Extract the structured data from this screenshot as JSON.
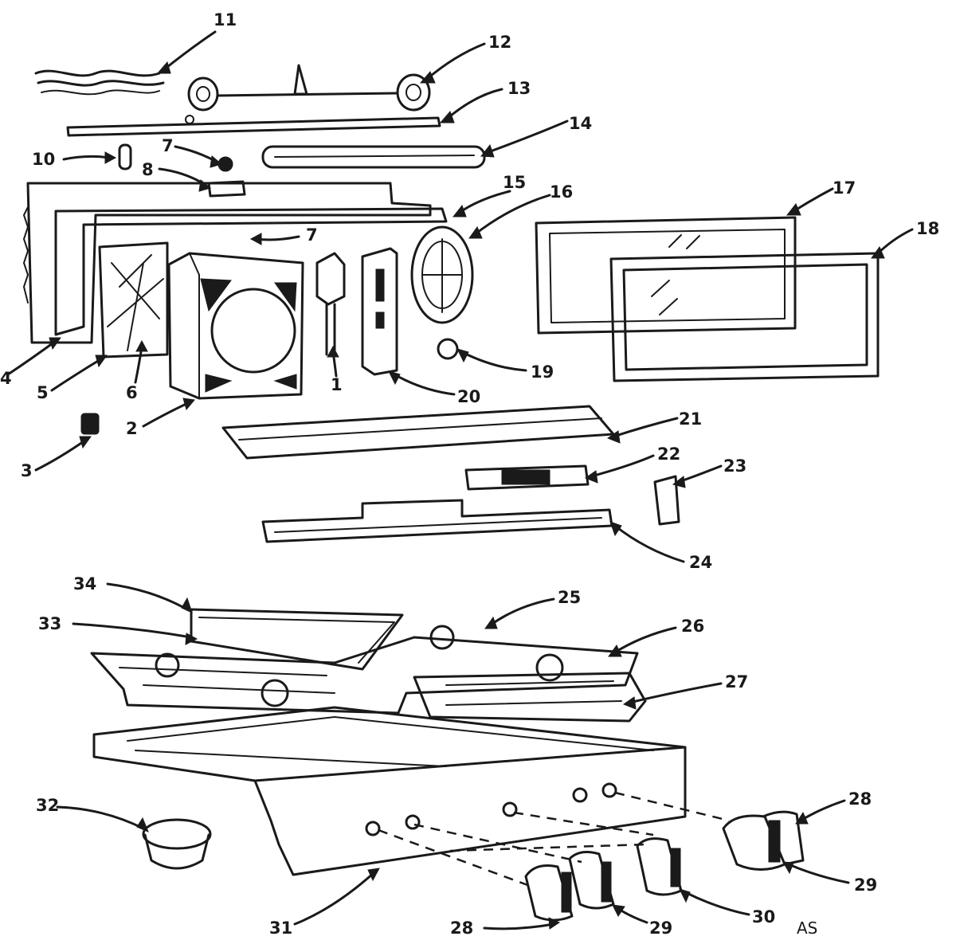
{
  "diagram": {
    "labels": {
      "p1": "1",
      "p2": "2",
      "p3": "3",
      "p4": "4",
      "p5": "5",
      "p6": "6",
      "p7a": "7",
      "p7b": "7",
      "p8": "8",
      "p10": "10",
      "p11": "11",
      "p12": "12",
      "p13": "13",
      "p14": "14",
      "p15": "15",
      "p16": "16",
      "p17": "17",
      "p18": "18",
      "p19": "19",
      "p20": "20",
      "p21": "21",
      "p22": "22",
      "p23": "23",
      "p24": "24",
      "p25": "25",
      "p26": "26",
      "p27": "27",
      "p28a": "28",
      "p28b": "28",
      "p29a": "29",
      "p29b": "29",
      "p30": "30",
      "p31": "31",
      "p32": "32",
      "p33": "33",
      "p34": "34"
    },
    "corner_code": "AS"
  }
}
